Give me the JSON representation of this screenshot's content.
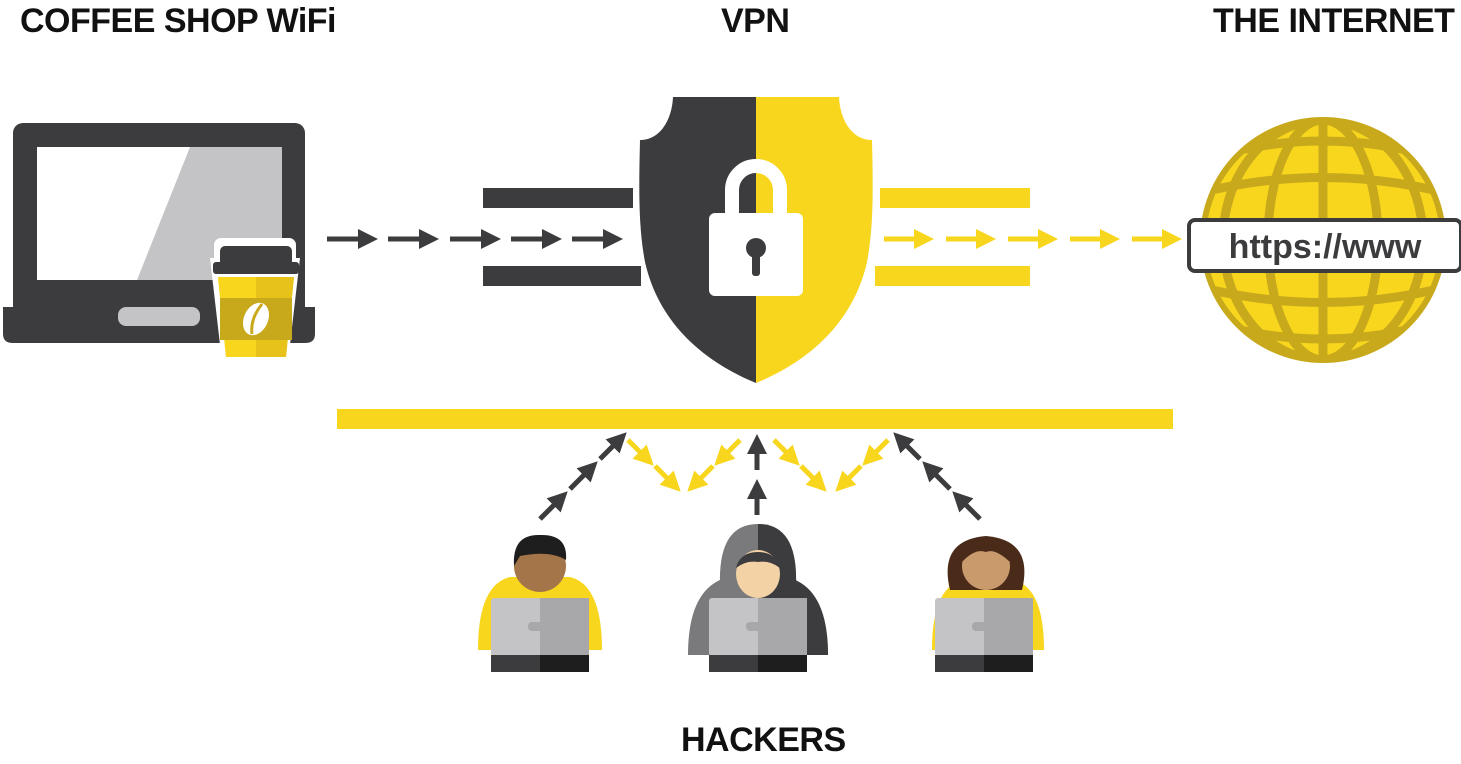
{
  "labels": {
    "coffee_shop": "COFFEE SHOP WiFi",
    "vpn": "VPN",
    "internet": "THE INTERNET",
    "hackers": "HACKERS"
  },
  "globe": {
    "url_text": "https://www"
  },
  "colors": {
    "yellow": "#f8d61e",
    "dark_yellow": "#c8a91b",
    "dark_gray": "#3c3c3e",
    "light_gray": "#c4c4c6",
    "mid_gray": "#a8a8aa",
    "white": "#ffffff"
  },
  "icons": [
    "laptop-icon",
    "coffee-cup-icon",
    "shield-icon",
    "padlock-icon",
    "globe-icon",
    "hacker-icon"
  ]
}
